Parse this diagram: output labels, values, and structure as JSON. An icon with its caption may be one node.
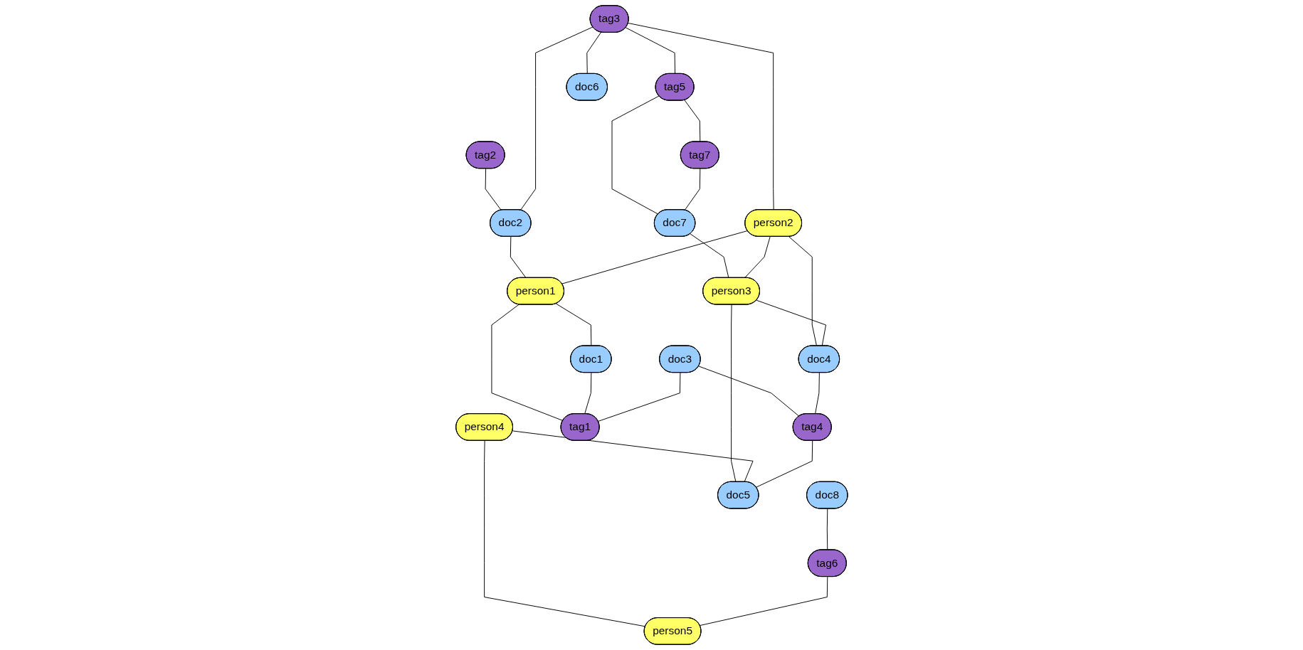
{
  "diagram": {
    "nodes": [
      {
        "text": [
          "tag2"
        ]
      },
      {
        "text": [
          "tag3"
        ]
      },
      {
        "text": [
          "tag5"
        ]
      },
      {
        "text": [
          "tag7"
        ]
      },
      {
        "text": [
          "doc2"
        ]
      },
      {
        "text": [
          "doc7"
        ]
      },
      {
        "text": [
          "doc8"
        ]
      },
      {
        "text": [
          "doc6"
        ]
      },
      {
        "text": [
          "person2"
        ]
      },
      {
        "text": [
          "person1"
        ]
      },
      {
        "text": [
          "person3"
        ]
      },
      {
        "text": [
          "person4"
        ]
      },
      {
        "text": [
          "tag6"
        ]
      },
      {
        "text": [
          "doc1"
        ]
      },
      {
        "text": [
          "doc3"
        ]
      },
      {
        "text": [
          "doc4"
        ]
      },
      {
        "text": [
          "person5"
        ]
      },
      {
        "text": [
          "doc5"
        ]
      },
      {
        "text": [
          "tag1"
        ]
      },
      {
        "text": [
          "tag4"
        ]
      }
    ],
    "edges": [
      {
        "from": 1,
        "to": 2,
        "arrow": "none"
      },
      {
        "from": 2,
        "to": 3,
        "arrow": "none"
      },
      {
        "from": 0,
        "to": 4,
        "arrow": "none"
      },
      {
        "from": 1,
        "to": 4,
        "arrow": "none"
      },
      {
        "from": 1,
        "to": 8,
        "arrow": "none"
      },
      {
        "from": 1,
        "to": 7,
        "arrow": "none"
      },
      {
        "from": 2,
        "to": 5,
        "arrow": "none"
      },
      {
        "from": 3,
        "to": 5,
        "arrow": "none"
      },
      {
        "from": 6,
        "to": 12,
        "arrow": "none"
      },
      {
        "from": 4,
        "to": 9,
        "arrow": "none"
      },
      {
        "from": 5,
        "to": 10,
        "arrow": "none"
      },
      {
        "from": 8,
        "to": 9,
        "arrow": "none"
      },
      {
        "from": 8,
        "to": 10,
        "arrow": "none"
      },
      {
        "from": 8,
        "to": 15,
        "arrow": "none"
      },
      {
        "from": 9,
        "to": 13,
        "arrow": "none"
      },
      {
        "from": 9,
        "to": 18,
        "arrow": "none"
      },
      {
        "from": 13,
        "to": 18,
        "arrow": "none"
      },
      {
        "from": 14,
        "to": 18,
        "arrow": "none"
      },
      {
        "from": 14,
        "to": 19,
        "arrow": "none"
      },
      {
        "from": 10,
        "to": 15,
        "arrow": "none"
      },
      {
        "from": 10,
        "to": 17,
        "arrow": "none"
      },
      {
        "from": 11,
        "to": 17,
        "arrow": "none"
      },
      {
        "from": 11,
        "to": 16,
        "arrow": "none"
      },
      {
        "from": 12,
        "to": 16,
        "arrow": "none"
      },
      {
        "from": 15,
        "to": 19,
        "arrow": "none"
      },
      {
        "from": 19,
        "to": 17,
        "arrow": "none"
      }
    ]
  }
}
